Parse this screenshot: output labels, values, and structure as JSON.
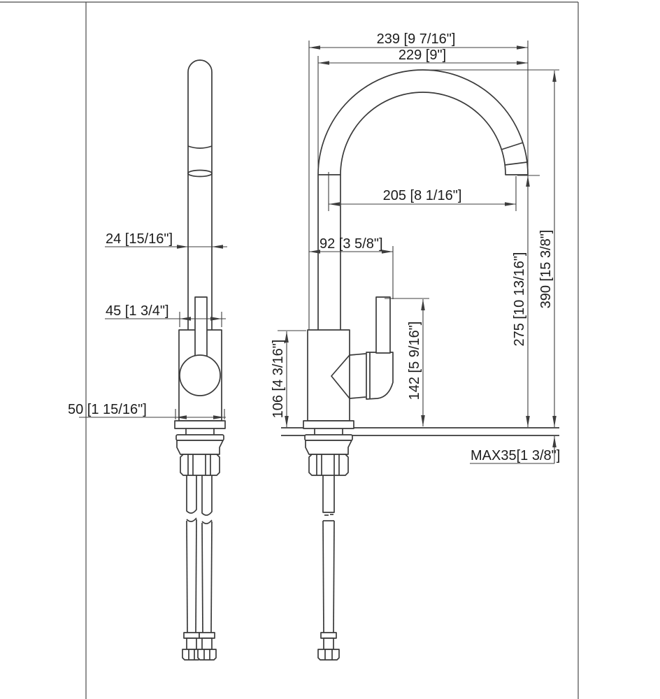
{
  "drawing": {
    "kind": "kitchen-faucet-dimension-drawing",
    "views": [
      "side-view",
      "front-view"
    ],
    "units": "mm [inch]"
  },
  "dims": {
    "d239": "239 [9 7/16\"]",
    "d229": "229 [9\"]",
    "d205": "205 [8 1/16\"]",
    "d24": "24 [15/16\"]",
    "d92": "92 [3 5/8\"]",
    "d45": "45 [1 3/4\"]",
    "d50": "50 [1 15/16\"]",
    "d106": "106 [4 3/16\"]",
    "d142": "142 [5 9/16\"]",
    "d275": "275 [10 13/16\"]",
    "d390": "390 [15 3/8\"]",
    "dmax": "MAX35[1 3/8\"]"
  },
  "colors": {
    "line": "#3a3a3a",
    "dimension": "#3d3d3d",
    "text": "#1c1c1c",
    "background": "#ffffff"
  }
}
